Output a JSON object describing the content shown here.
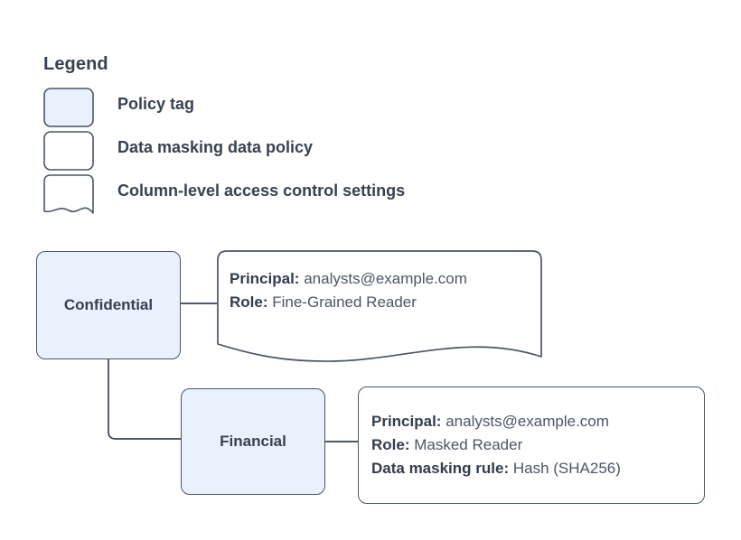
{
  "legend": {
    "title": "Legend",
    "items": [
      {
        "shape": "policy-tag-swatch",
        "fill": "#e9f1fd",
        "label": "Policy tag"
      },
      {
        "shape": "data-policy-swatch",
        "fill": "#ffffff",
        "label": "Data masking data policy"
      },
      {
        "shape": "access-settings-swatch",
        "fill": "#ffffff",
        "label": "Column-level access control settings"
      }
    ]
  },
  "diagram": {
    "nodes": [
      {
        "id": "confidential",
        "label": "Confidential"
      },
      {
        "id": "financial",
        "label": "Financial"
      }
    ],
    "callouts": [
      {
        "id": "confidential-settings",
        "shape": "wavy-bottom",
        "lines": [
          {
            "key": "Principal:",
            "value": "analysts@example.com"
          },
          {
            "key": "Role:",
            "value": "Fine-Grained Reader"
          }
        ]
      },
      {
        "id": "financial-settings",
        "shape": "rounded-rect",
        "lines": [
          {
            "key": "Principal:",
            "value": "analysts@example.com"
          },
          {
            "key": "Role:",
            "value": "Masked Reader"
          },
          {
            "key": "Data masking rule:",
            "value": "Hash (SHA256)"
          }
        ]
      }
    ],
    "edges": [
      {
        "from": "confidential",
        "to": "confidential-settings"
      },
      {
        "from": "confidential",
        "to": "financial"
      },
      {
        "from": "financial",
        "to": "financial-settings"
      }
    ]
  },
  "colors": {
    "node_fill": "#e9f1fd",
    "stroke": "#4a5568",
    "text": "#394150",
    "background": "#ffffff"
  }
}
